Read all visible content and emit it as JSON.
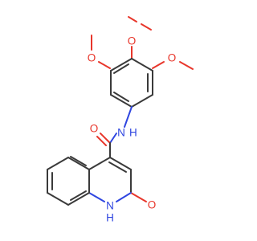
{
  "molecule": {
    "colors": {
      "bond": "#3a3a3a",
      "oxygen": "#e8362b",
      "nitrogen": "#2f46e0",
      "background": "#ffffff"
    },
    "atom_labels": {
      "o_methoxy_top": "O",
      "o_methoxy_left": "O",
      "o_methoxy_right": "O",
      "o_amide": "O",
      "n_amide": "N",
      "h_amide": "H",
      "o_lactam": "O",
      "n_ring": "N",
      "h_ring": "H"
    }
  }
}
